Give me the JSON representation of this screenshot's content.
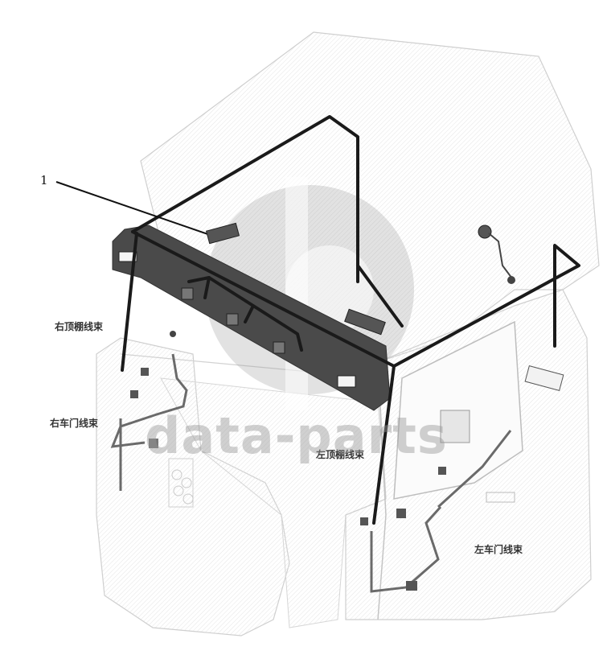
{
  "callout_number": "1",
  "labels": {
    "right_roof_harness": "右顶棚线束",
    "right_door_harness": "右车门线束",
    "left_roof_harness": "左顶棚线束",
    "left_door_harness": "左车门线束"
  },
  "watermark": "data-parts",
  "colors": {
    "harness": "#1a1a1a",
    "cab_outline": "#c8c8c8",
    "panel": "#4a4a4a",
    "watermark": "#9a9a9a"
  }
}
